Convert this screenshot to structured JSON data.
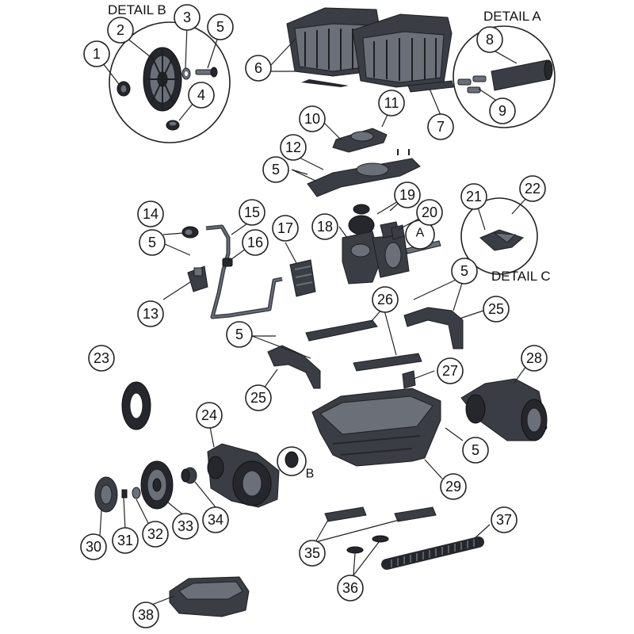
{
  "detail_titles": {
    "b": "DETAIL B",
    "a": "DETAIL A",
    "c": "DETAIL C"
  },
  "detail_markers": {
    "a": "A",
    "b": "B"
  },
  "callouts": [
    "1",
    "2",
    "3",
    "4",
    "5",
    "6",
    "7",
    "8",
    "9",
    "10",
    "11",
    "12",
    "5",
    "13",
    "14",
    "5",
    "15",
    "16",
    "17",
    "18",
    "19",
    "20",
    "21",
    "22",
    "5",
    "25",
    "26",
    "23",
    "5",
    "25",
    "27",
    "28",
    "24",
    "5",
    "29",
    "30",
    "31",
    "32",
    "33",
    "34",
    "35",
    "36",
    "37",
    "38"
  ]
}
